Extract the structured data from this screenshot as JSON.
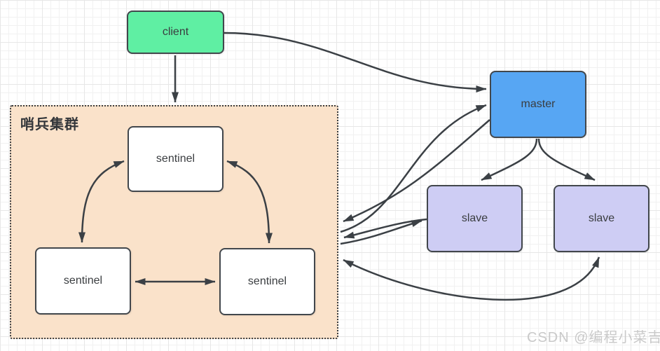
{
  "diagram": {
    "cluster": {
      "label": "哨兵集群",
      "fill": "#fae2ca",
      "border_style": "dotted"
    },
    "nodes": {
      "client": {
        "label": "client",
        "fill": "#5fefa3"
      },
      "master": {
        "label": "master",
        "fill": "#57a6f3"
      },
      "slave_left": {
        "label": "slave",
        "fill": "#cecdf4"
      },
      "slave_right": {
        "label": "slave",
        "fill": "#cecdf4"
      },
      "sentinel_top": {
        "label": "sentinel",
        "fill": "#ffffff"
      },
      "sentinel_bottom_left": {
        "label": "sentinel",
        "fill": "#ffffff"
      },
      "sentinel_bottom_right": {
        "label": "sentinel",
        "fill": "#ffffff"
      }
    },
    "edges": [
      {
        "from": "client",
        "to": "sentinel-cluster",
        "direction": "one-way"
      },
      {
        "from": "client",
        "to": "master",
        "direction": "one-way"
      },
      {
        "from": "sentinel-cluster",
        "to": "master",
        "direction": "two-way"
      },
      {
        "from": "sentinel-cluster",
        "to": "slave_left",
        "direction": "two-way"
      },
      {
        "from": "sentinel-cluster",
        "to": "slave_right",
        "direction": "two-way"
      },
      {
        "from": "master",
        "to": "slave_left",
        "direction": "one-way"
      },
      {
        "from": "master",
        "to": "slave_right",
        "direction": "one-way"
      },
      {
        "from": "sentinel_top",
        "to": "sentinel_bottom_left",
        "direction": "two-way"
      },
      {
        "from": "sentinel_top",
        "to": "sentinel_bottom_right",
        "direction": "two-way"
      },
      {
        "from": "sentinel_bottom_left",
        "to": "sentinel_bottom_right",
        "direction": "two-way"
      }
    ],
    "colors": {
      "edge": "#3b4045",
      "node_border": "#42474c",
      "grid": "#ececec",
      "label_text": "#3a3d40"
    }
  },
  "watermark": {
    "text": "CSDN @编程小菜吉",
    "color": "#c9c9c9"
  }
}
